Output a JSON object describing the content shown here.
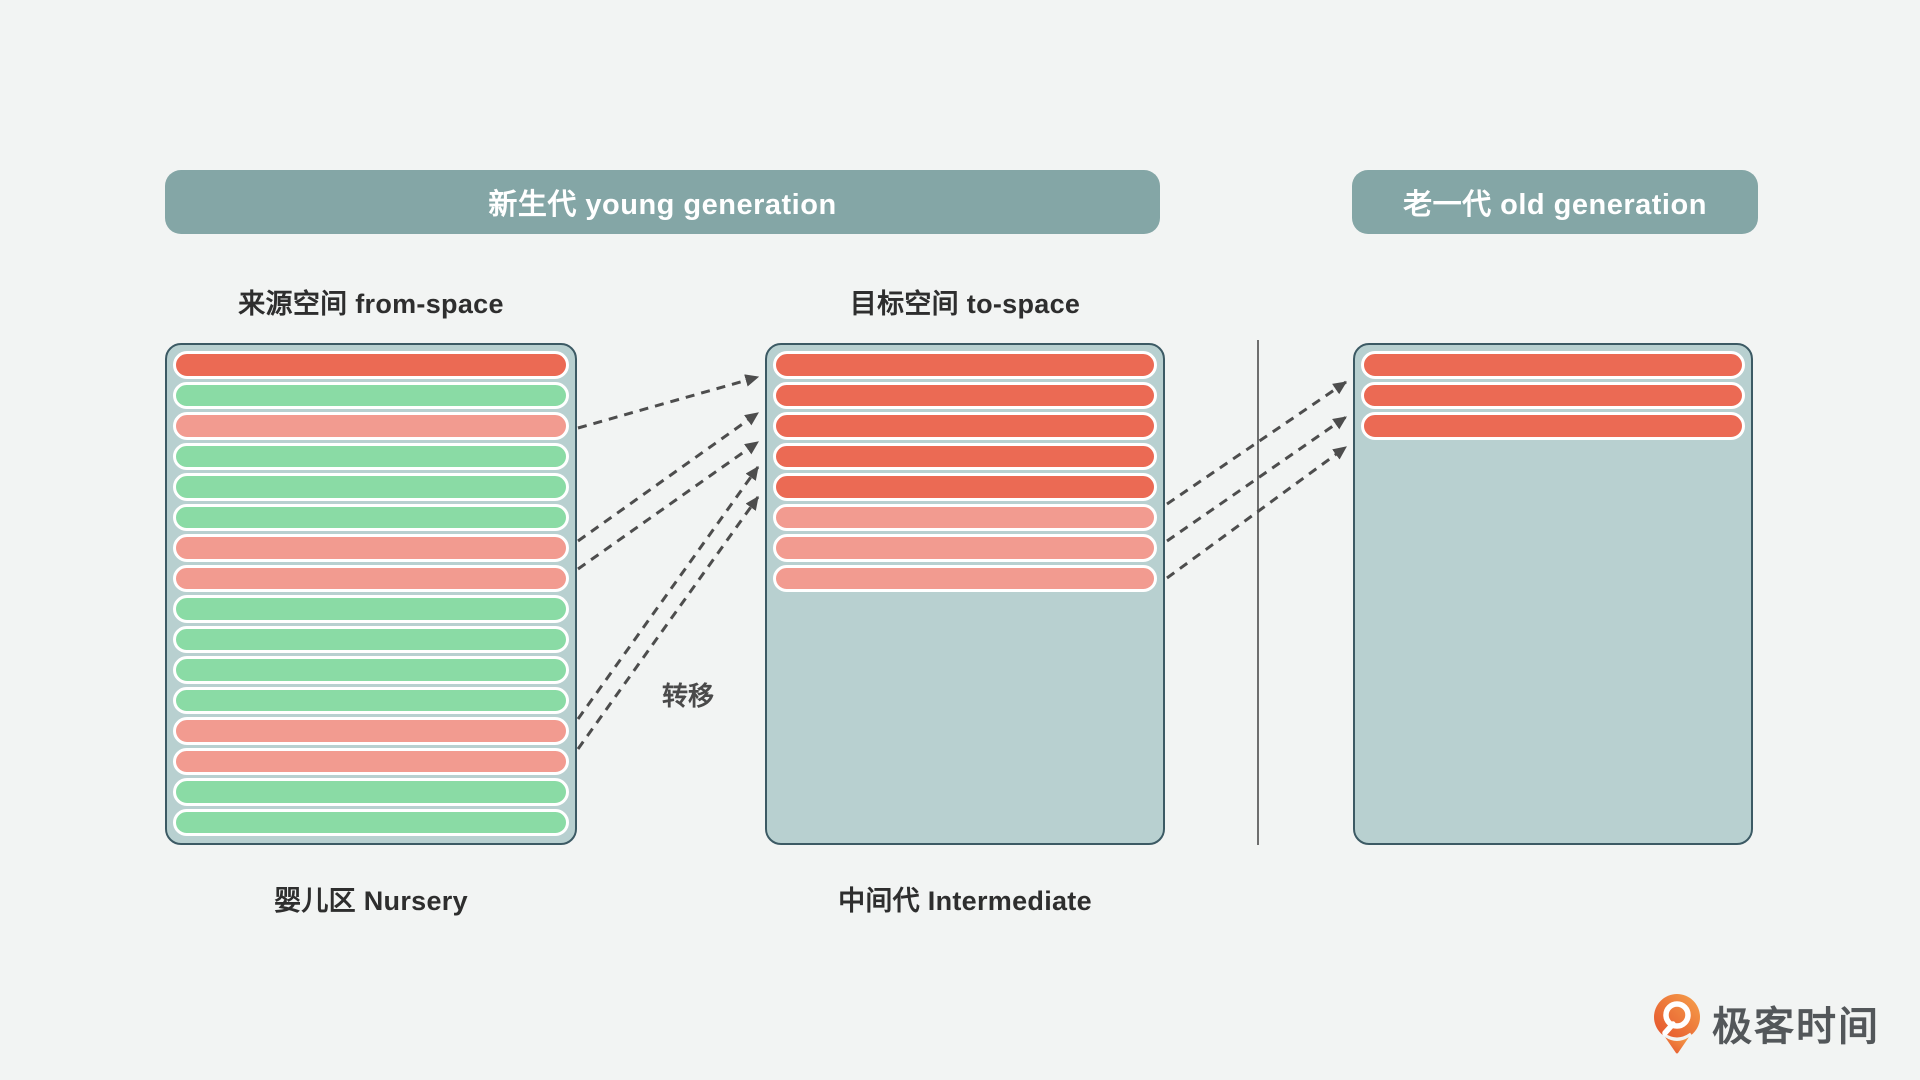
{
  "headers": {
    "young": {
      "label": "新生代 young generation"
    },
    "old": {
      "label": "老一代 old generation"
    }
  },
  "labels": {
    "from_space": "来源空间 from-space",
    "to_space": "目标空间 to-space",
    "nursery": "婴儿区 Nursery",
    "intermediate": "中间代 Intermediate",
    "transfer": "转移"
  },
  "boxes": {
    "from_space": {
      "bars": [
        "red",
        "green",
        "salmon",
        "green",
        "green",
        "green",
        "salmon",
        "salmon",
        "green",
        "green",
        "green",
        "green",
        "salmon",
        "salmon",
        "green",
        "green"
      ]
    },
    "to_space": {
      "bars": [
        "red",
        "red",
        "red",
        "red",
        "red",
        "salmon",
        "salmon",
        "salmon"
      ]
    },
    "old_gen": {
      "bars": [
        "red",
        "red",
        "red"
      ]
    }
  },
  "arrows": [
    {
      "from": [
        578,
        428
      ],
      "to": [
        758,
        377
      ]
    },
    {
      "from": [
        578,
        541
      ],
      "to": [
        758,
        413
      ]
    },
    {
      "from": [
        578,
        569
      ],
      "to": [
        758,
        442
      ]
    },
    {
      "from": [
        578,
        719
      ],
      "to": [
        758,
        467
      ]
    },
    {
      "from": [
        578,
        749
      ],
      "to": [
        758,
        497
      ]
    },
    {
      "from": [
        1167,
        504
      ],
      "to": [
        1346,
        382
      ]
    },
    {
      "from": [
        1167,
        541
      ],
      "to": [
        1346,
        417
      ]
    },
    {
      "from": [
        1167,
        578
      ],
      "to": [
        1346,
        447
      ]
    }
  ],
  "colors": {
    "page_bg": "#F2F4F3",
    "header_bg": "#84A6A6",
    "header_text": "#FFFFFF",
    "box_bg": "#B8D0D0",
    "box_border": "#3C5A64",
    "bar_red": "#EB6A54",
    "bar_salmon": "#F29B90",
    "bar_green": "#8ADBA5",
    "bar_outline": "#FFFFFF",
    "arrow": "#4D4D4D",
    "divider": "#6E6E6E",
    "label_text": "#2E2E2E",
    "logo_text": "#53575A",
    "logo_orange_top": "#F6A14B",
    "logo_orange_bottom": "#E4502B"
  },
  "logo": {
    "text": "极客时间"
  }
}
